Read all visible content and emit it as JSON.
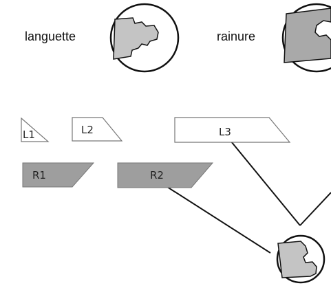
{
  "labels": {
    "tongue": "languette",
    "groove": "rainure"
  },
  "pieces": {
    "l1": "L1",
    "l2": "L2",
    "l3": "L3",
    "r1": "R1",
    "r2": "R2"
  },
  "colors": {
    "stroke": "#111111",
    "fill_grey": "#9e9e9e",
    "fill_light": "#c4c4c4",
    "outline_piece": "#555555"
  }
}
